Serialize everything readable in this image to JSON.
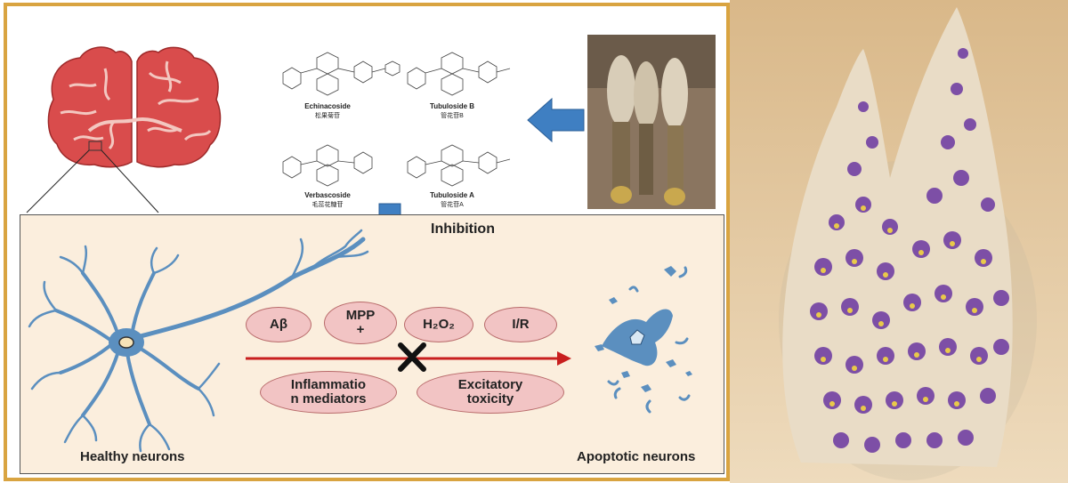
{
  "compounds": [
    {
      "name": "Echinacoside",
      "cn": "松果菊苷"
    },
    {
      "name": "Tubuloside B",
      "cn": "管花苷B"
    },
    {
      "name": "Verbascoside",
      "cn": "毛蕊花糖苷"
    },
    {
      "name": "Tubuloside A",
      "cn": "管花苷A"
    }
  ],
  "inhibition_label": "Inhibition",
  "factors": {
    "abeta": "Aβ",
    "mpp_line1": "MPP",
    "mpp_line2": "+",
    "h2o2": "H₂O₂",
    "ir": "I/R",
    "inflam_line1": "Inflammatio",
    "inflam_line2": "n mediators",
    "excit_line1": "Excitatory",
    "excit_line2": "toxicity"
  },
  "healthy_label": "Healthy neurons",
  "apoptotic_label": "Apoptotic neurons",
  "colors": {
    "frame": "#d9a441",
    "brain": "#d94c4c",
    "neuron": "#5b8fbf",
    "arrow_blue": "#3f7fc2",
    "red_arrow": "#c81e1e",
    "oval": "#f2c4c4"
  }
}
